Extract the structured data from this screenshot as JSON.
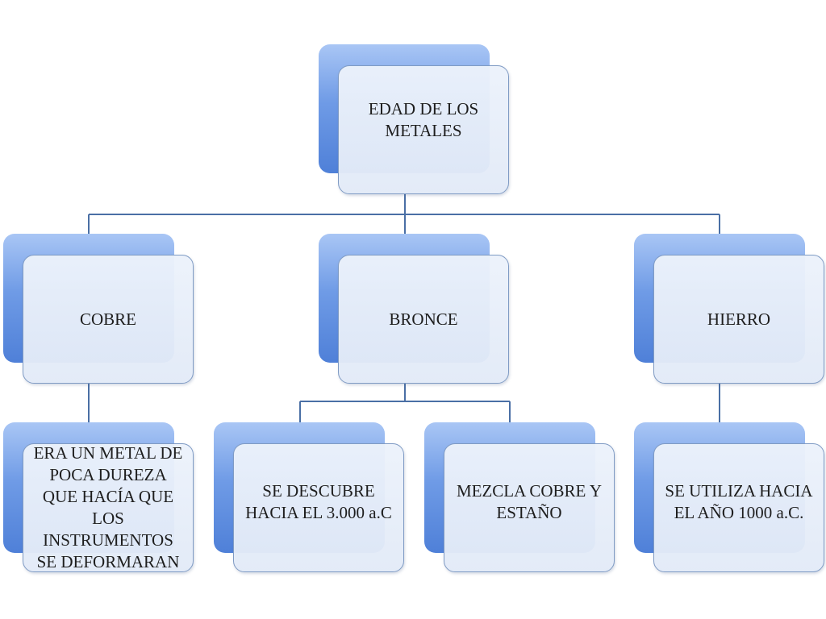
{
  "diagram": {
    "root": "EDAD DE LOS METALES",
    "branches": [
      "COBRE",
      "BRONCE",
      "HIERRO"
    ],
    "details": {
      "cobre": "ERA UN METAL DE POCA DUREZA QUE HACÍA QUE LOS INSTRUMENTOS SE DEFORMARAN",
      "bronce_1": "SE DESCUBRE HACIA EL 3.000 a.C",
      "bronce_2": "MEZCLA COBRE Y ESTAÑO",
      "hierro": "SE UTILIZA HACIA EL AÑO 1000 a.C."
    }
  },
  "colors": {
    "connector": "#4a6fa5",
    "box_back": "#5b8be0",
    "box_front": "#e6edf8",
    "box_border": "#7f9bc4"
  }
}
